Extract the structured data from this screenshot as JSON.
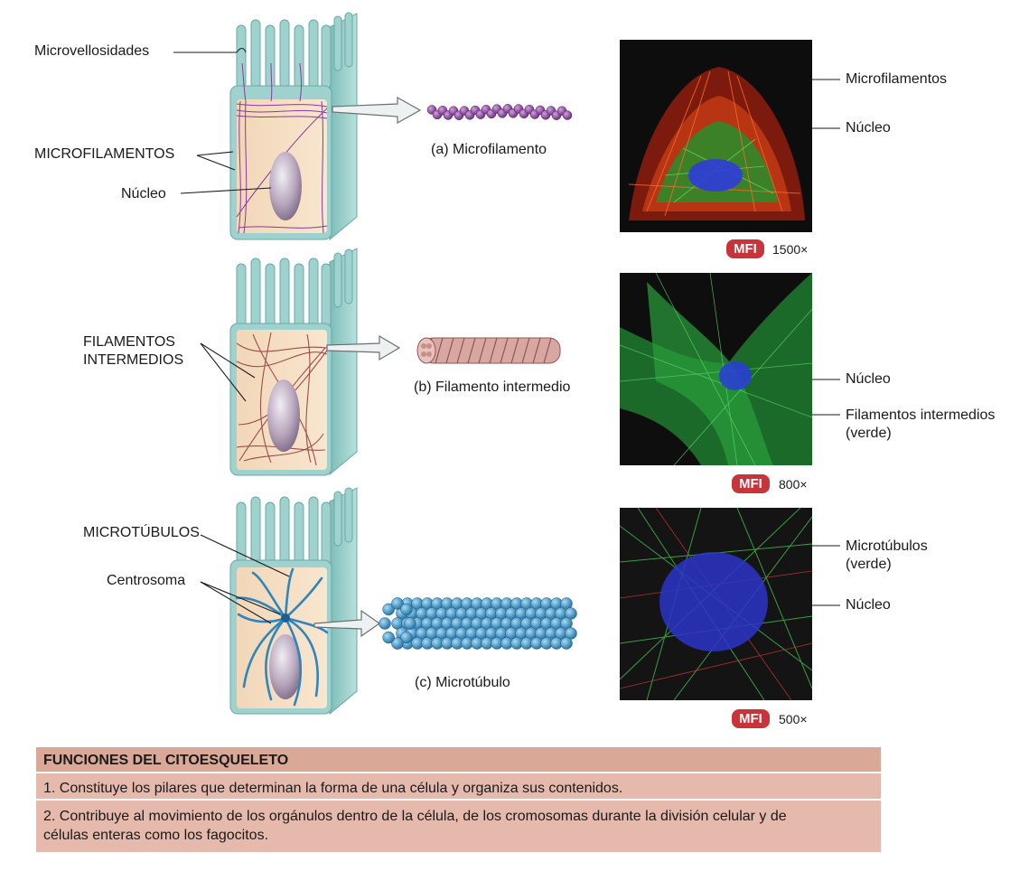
{
  "labels": {
    "microvellosidades": "Microvellosidades",
    "microfilamentos_cell": "MICROFILAMENTOS",
    "nucleo_cell": "Núcleo",
    "filamentos_intermedios_cell": "FILAMENTOS\nINTERMEDIOS",
    "microtubulos_cell": "MICROTÚBULOS",
    "centrosoma": "Centrosoma"
  },
  "captions": {
    "a": "(a) Microfilamento",
    "b": "(b) Filamento intermedio",
    "c": "(c) Microtúbulo"
  },
  "photo_labels": {
    "p1_microfilamentos": "Microfilamentos",
    "p1_nucleo": "Núcleo",
    "p2_nucleo": "Núcleo",
    "p2_filamentos": "Filamentos intermedios\n(verde)",
    "p3_microtubulos": "Microtúbulos\n(verde)",
    "p3_nucleo": "Núcleo"
  },
  "badges": [
    {
      "label": "MFI",
      "magnification": "1500×"
    },
    {
      "label": "MFI",
      "magnification": "800×"
    },
    {
      "label": "MFI",
      "magnification": "500×"
    }
  ],
  "functions": {
    "title": "FUNCIONES DEL CITOESQUELETO",
    "items": [
      "1. Constituye los pilares que determinan la forma de una célula y organiza sus contenidos.",
      "2. Contribuye al movimiento de los orgánulos dentro de la célula, de los cromosomas durante la división celular y de\n    células enteras como los fagocitos."
    ]
  },
  "colors": {
    "cell_wall": "#8fc9c5",
    "cytoplasm": "#f4dcc0",
    "microfilament": "#8a3a9a",
    "intermediate_filament": "#b56a6a",
    "microtubule": "#3a8fc6",
    "badge": "#c9343a",
    "box": "#e5b9ab"
  }
}
